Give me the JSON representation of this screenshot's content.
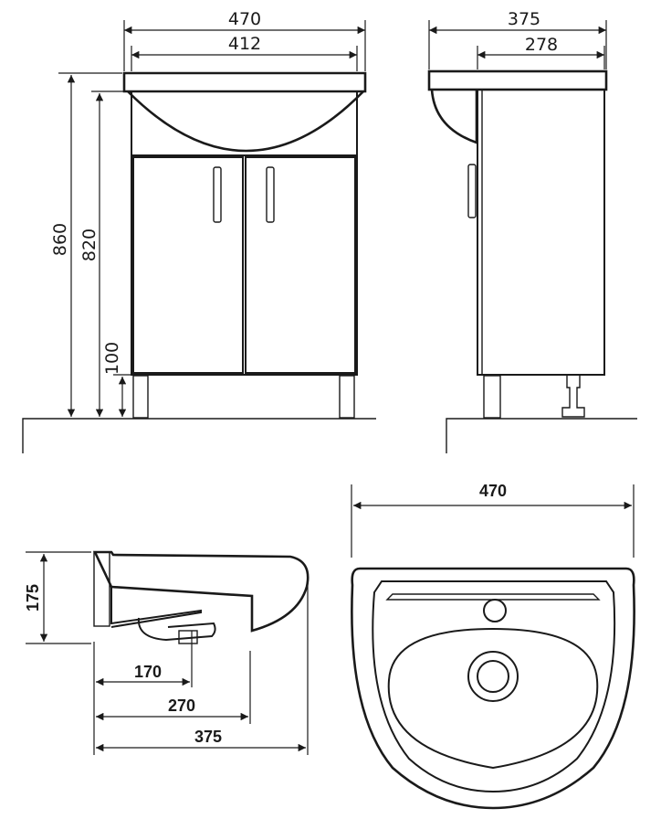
{
  "front_view": {
    "width_total": "470",
    "width_basin": "412",
    "height_total": "860",
    "height_cabinet": "820",
    "height_legs": "100"
  },
  "side_view": {
    "depth_total": "375",
    "depth_cabinet": "278"
  },
  "basin_profile": {
    "height": "175",
    "drain_offset": "170",
    "bowl_depth": "270",
    "depth_total": "375"
  },
  "basin_top": {
    "width": "470"
  }
}
